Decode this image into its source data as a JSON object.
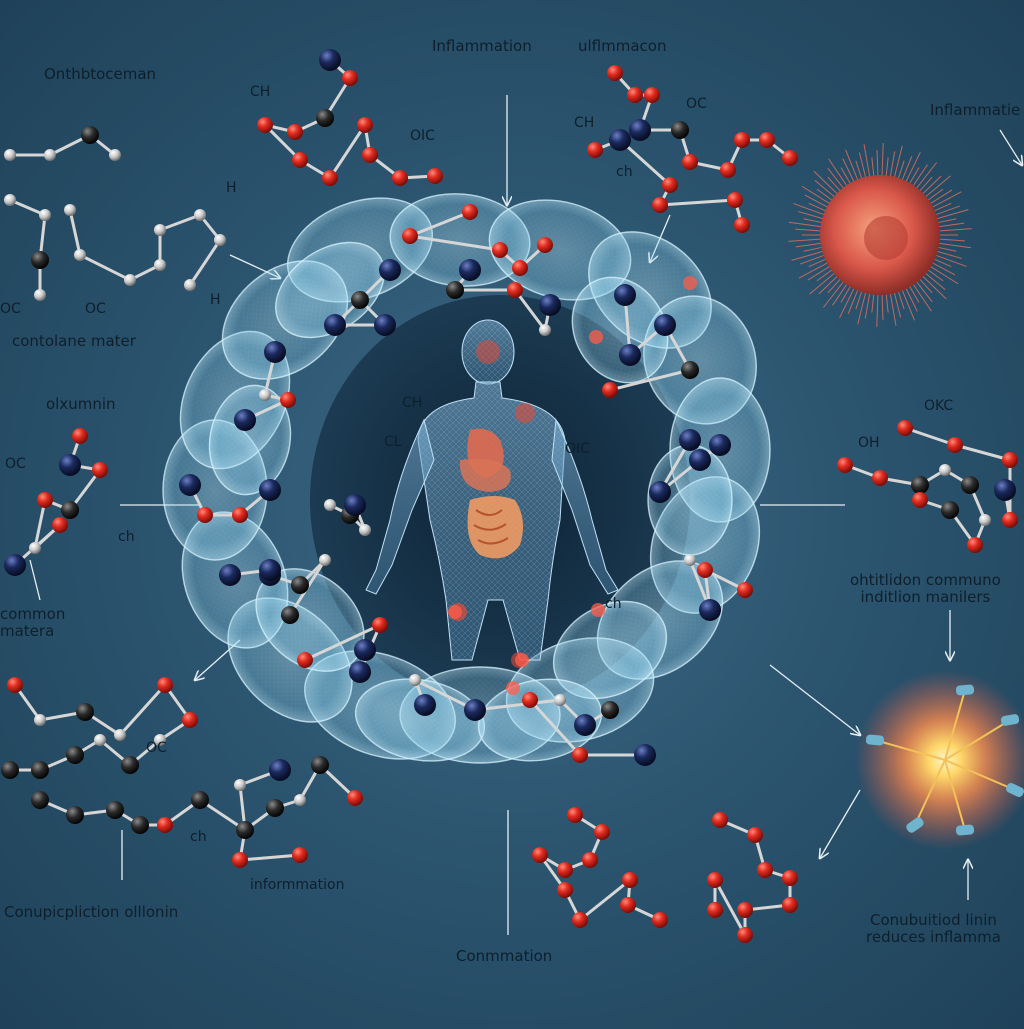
{
  "labels": {
    "top_center_1": "Inflammation",
    "top_center_2": "ulflmmacon",
    "top_left": "Onthbtoceman",
    "top_right": "Inflammatie",
    "left_mid_1": "contolane mater",
    "left_mid_2": "olxumnin",
    "left_lower": "common\nmatera",
    "right_mid_1": "ohtitlidon communo\ninditlion manilers",
    "right_low": "Conubuitiod linin\nreduces inflamma",
    "bottom_left": "Conupicpliction olllonin",
    "bottom_center_1": "informmation",
    "bottom_center_2": "Conmmation"
  },
  "chem_labels": {
    "c1": "CH",
    "c2": "OC",
    "c3": "OIC",
    "c4": "CH",
    "c5": "ch",
    "c6": "H",
    "c7": "H",
    "c8": "OC",
    "c9": "OC",
    "c10": "OC",
    "c11": "CH",
    "c12": "CL",
    "c13": "ch",
    "c14": "OC",
    "c15": "ch",
    "c16": "OKC",
    "c17": "OH",
    "c18": "OIC",
    "c19": "ch"
  },
  "colors": {
    "oxygen": "#e02b1f",
    "nitrogen": "#1b2a5e",
    "carbon": "#2a2a2a",
    "hydrogen": "#d8d8d8",
    "cell_membrane": "#8fd3ef",
    "immune_cell": "#d9574a",
    "body_glow": "#e04b3b",
    "burst": "#ffd76a"
  }
}
